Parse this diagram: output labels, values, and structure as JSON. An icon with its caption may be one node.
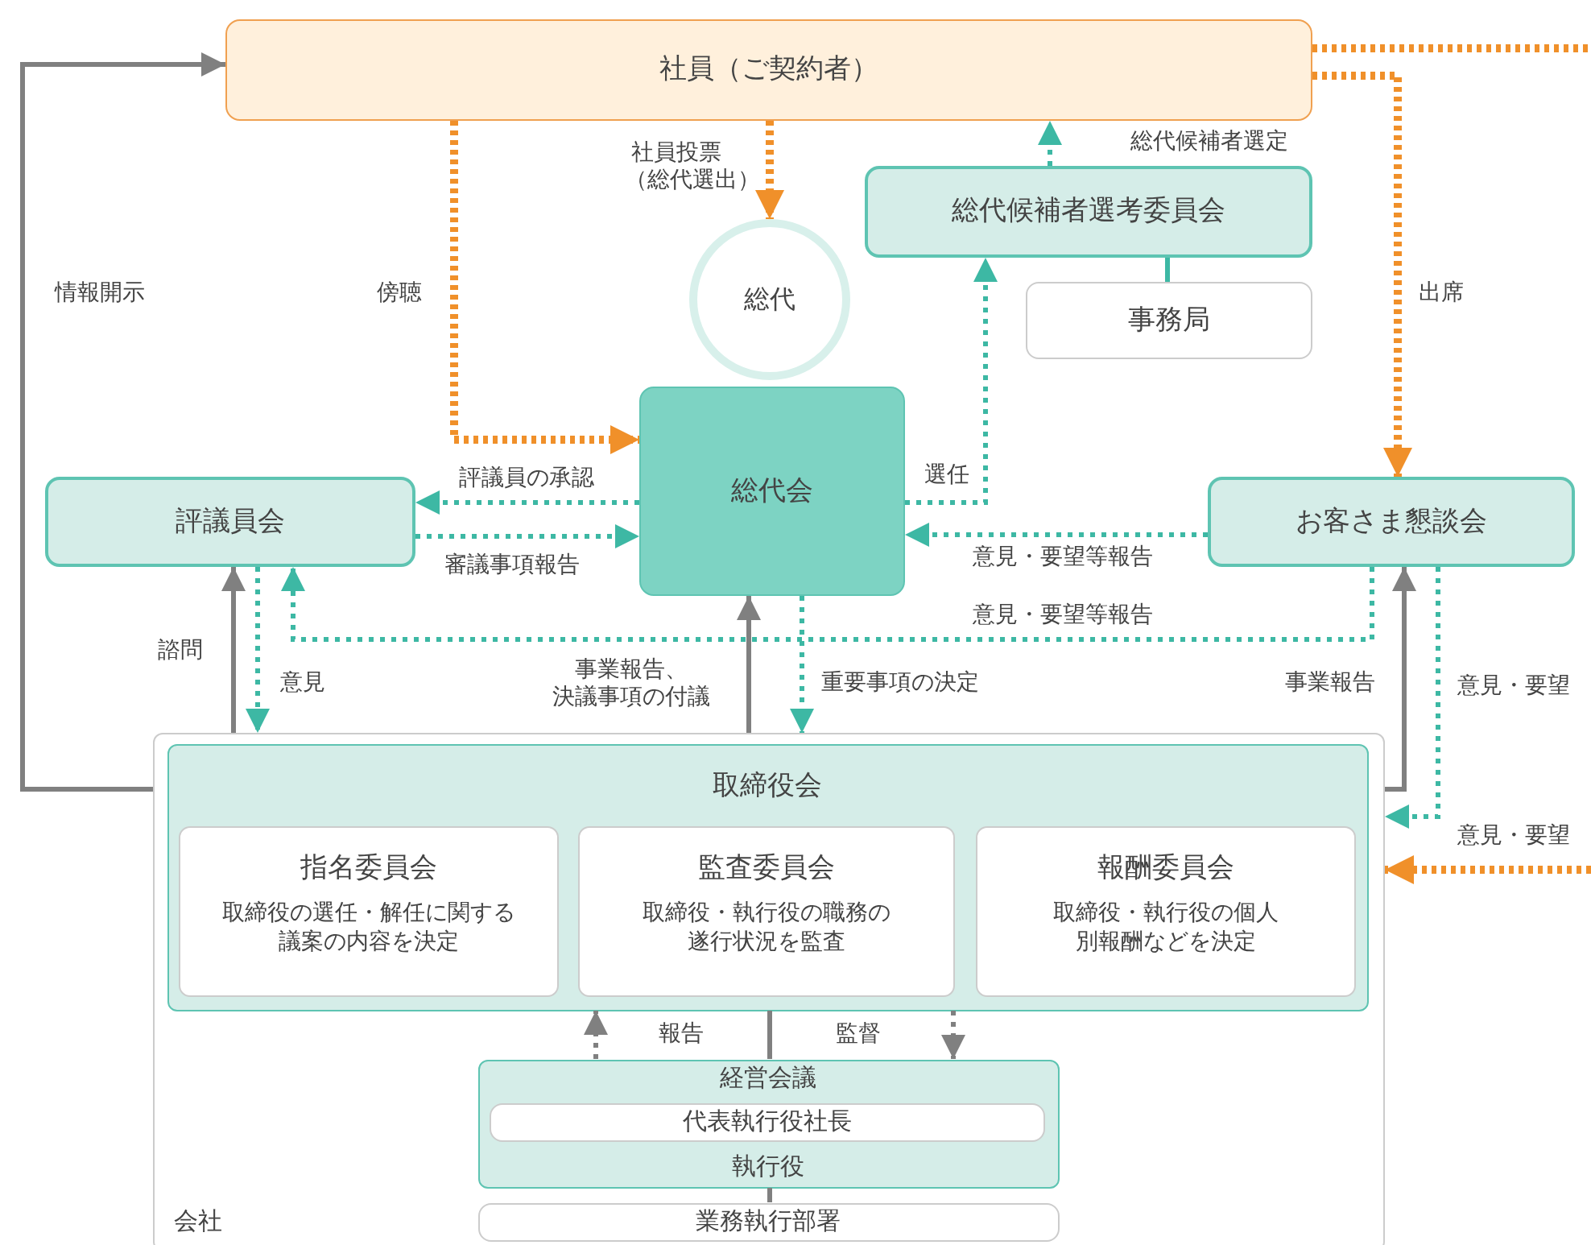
{
  "diagram": {
    "nodes": [
      {
        "text": [
          "社員（ご契約者）"
        ]
      },
      {
        "text": [
          "総代"
        ]
      },
      {
        "text": [
          "総代会"
        ]
      },
      {
        "text": [
          "総代候補者選考委員会"
        ]
      },
      {
        "text": [
          "事務局"
        ]
      },
      {
        "text": [
          "評議員会"
        ]
      },
      {
        "text": [
          "お客さま懇談会"
        ]
      },
      {
        "text": [
          "会社"
        ]
      },
      {
        "text": [
          "取締役会"
        ],
        "in": 7
      },
      {
        "text": [
          "指名委員会",
          "取締役の選任・解任に関する議案の内容を決定"
        ],
        "in": 8
      },
      {
        "text": [
          "監査委員会",
          "取締役・執行役の職務の遂行状況を監査"
        ],
        "in": 8
      },
      {
        "text": [
          "報酬委員会",
          "取締役・執行役の個人別報酬などを決定"
        ],
        "in": 8
      },
      {
        "text": [
          "経営会議",
          "執行役"
        ],
        "in": 7
      },
      {
        "text": [
          "代表執行役社長"
        ],
        "in": 12
      },
      {
        "text": [
          "業務執行部署"
        ],
        "in": 7
      }
    ],
    "edges": [
      {
        "from": 7,
        "to": 0,
        "arrow": "to",
        "label": "情報開示",
        "color": "#808080"
      },
      {
        "from": 0,
        "to": 2,
        "arrow": "to",
        "label": "傍聴",
        "style": "dashed",
        "color": "#f0902a"
      },
      {
        "from": 0,
        "to": 1,
        "arrow": "to",
        "label": "社員投票（総代選出）",
        "style": "dashed",
        "color": "#f0902a"
      },
      {
        "from": 3,
        "to": 0,
        "arrow": "to",
        "label": "総代候補者選定",
        "style": "dashed"
      },
      {
        "from": 3,
        "to": 4,
        "arrow": "none"
      },
      {
        "from": 2,
        "to": 3,
        "arrow": "to",
        "label": "選任",
        "style": "dashed"
      },
      {
        "from": 0,
        "to": 6,
        "arrow": "to",
        "label": "出席",
        "style": "dashed",
        "color": "#f0902a"
      },
      {
        "from": 0,
        "to": null,
        "arrow": "none",
        "style": "dashed",
        "color": "#f0902a"
      },
      {
        "from": 2,
        "to": 5,
        "arrow": "to",
        "label": "評議員の承認",
        "style": "dashed"
      },
      {
        "from": 5,
        "to": 2,
        "arrow": "to",
        "label": "審議事項報告",
        "style": "dashed"
      },
      {
        "from": 6,
        "to": 2,
        "arrow": "to",
        "label": "意見・要望等報告",
        "style": "dashed"
      },
      {
        "from": 6,
        "to": 5,
        "arrow": "to",
        "label": "意見・要望等報告",
        "style": "dashed"
      },
      {
        "from": 7,
        "to": 5,
        "arrow": "to",
        "label": "諮問",
        "color": "#808080"
      },
      {
        "from": 5,
        "to": 7,
        "arrow": "to",
        "label": "意見",
        "style": "dashed"
      },
      {
        "from": 7,
        "to": 2,
        "arrow": "to",
        "label": "事業報告、決議事項の付議",
        "color": "#808080"
      },
      {
        "from": 2,
        "to": 7,
        "arrow": "to",
        "label": "重要事項の決定",
        "style": "dashed"
      },
      {
        "from": 7,
        "to": 6,
        "arrow": "to",
        "label": "事業報告",
        "color": "#808080"
      },
      {
        "from": 6,
        "to": 7,
        "arrow": "to",
        "label": "意見・要望",
        "style": "dashed"
      },
      {
        "from": null,
        "to": 7,
        "arrow": "to",
        "label": "意見・要望",
        "style": "dashed",
        "color": "#f0902a"
      },
      {
        "from": 12,
        "to": 8,
        "arrow": "to",
        "label": "報告",
        "style": "dashed",
        "color": "#808080"
      },
      {
        "from": 8,
        "to": 12,
        "arrow": "to",
        "label": "監督",
        "style": "dashed",
        "color": "#808080"
      },
      {
        "from": 8,
        "to": 12,
        "arrow": "none",
        "color": "#808080"
      },
      {
        "from": 12,
        "to": 14,
        "arrow": "none",
        "color": "#808080"
      }
    ]
  }
}
